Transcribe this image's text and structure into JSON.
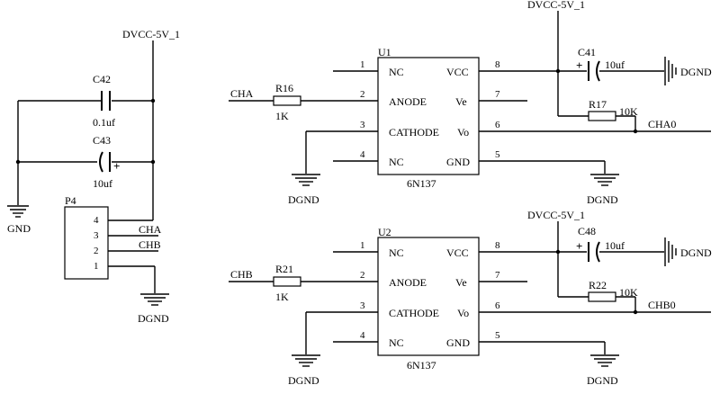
{
  "nets": {
    "dvcc_left": "DVCC-5V_1",
    "dvcc_top": "DVCC-5V_1",
    "dvcc_mid": "DVCC-5V_1",
    "gnd": "GND",
    "cha": "CHA",
    "chb": "CHB",
    "cha_p4": "CHA",
    "chb_p4": "CHB",
    "cha0": "CHA0",
    "chb0": "CHB0",
    "dgnd": "DGND"
  },
  "components": {
    "c42": {
      "ref": "C42",
      "value": "0.1uf"
    },
    "c43": {
      "ref": "C43",
      "value": "10uf"
    },
    "c41": {
      "ref": "C41",
      "value": "10uf"
    },
    "c48": {
      "ref": "C48",
      "value": "10uf"
    },
    "r16": {
      "ref": "R16",
      "value": "1K"
    },
    "r21": {
      "ref": "R21",
      "value": "1K"
    },
    "r17": {
      "ref": "R17",
      "value": "10K"
    },
    "r22": {
      "ref": "R22",
      "value": "10K"
    },
    "p4": {
      "ref": "P4",
      "pins": [
        "4",
        "3",
        "2",
        "1"
      ]
    },
    "u1": {
      "ref": "U1",
      "part": "6N137"
    },
    "u2": {
      "ref": "U2",
      "part": "6N137"
    }
  },
  "optocoupler": {
    "left_pins": [
      {
        "num": "1",
        "name": "NC"
      },
      {
        "num": "2",
        "name": "ANODE"
      },
      {
        "num": "3",
        "name": "CATHODE"
      },
      {
        "num": "4",
        "name": "NC"
      }
    ],
    "right_pins": [
      {
        "num": "8",
        "name": "VCC"
      },
      {
        "num": "7",
        "name": "Ve"
      },
      {
        "num": "6",
        "name": "Vo"
      },
      {
        "num": "5",
        "name": "GND"
      }
    ]
  },
  "polarity_mark": "+"
}
